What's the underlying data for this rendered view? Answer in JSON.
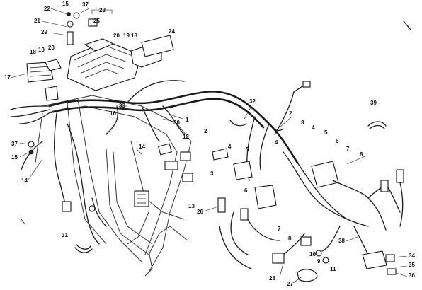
{
  "diagram": {
    "part_labels": [
      "1",
      "2",
      "3",
      "4",
      "5",
      "6",
      "7",
      "8",
      "9",
      "10",
      "11",
      "12",
      "13",
      "14",
      "15",
      "16",
      "17",
      "18",
      "19",
      "20",
      "21",
      "22",
      "23",
      "24",
      "25",
      "26",
      "27",
      "28",
      "29",
      "30",
      "31",
      "32",
      "33",
      "34",
      "35",
      "36",
      "37",
      "38",
      "39"
    ]
  }
}
